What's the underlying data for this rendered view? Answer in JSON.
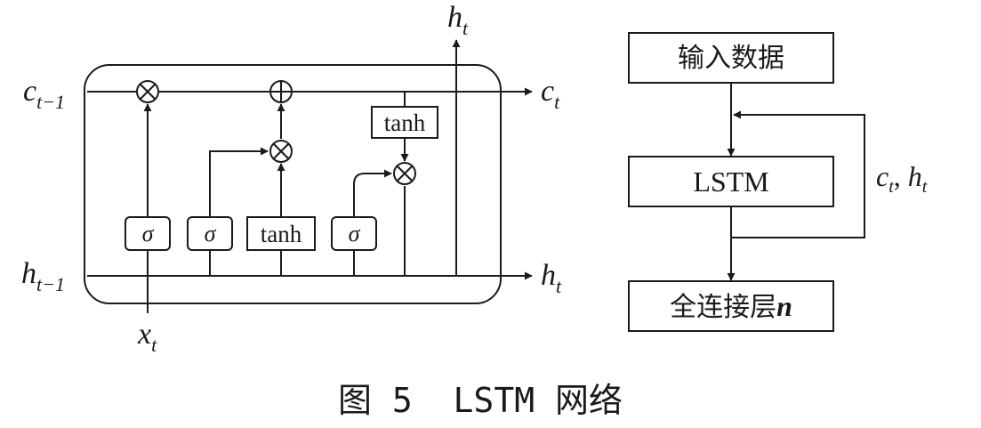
{
  "cell": {
    "inputs": {
      "c_prev": {
        "base": "c",
        "sub": "t−1"
      },
      "h_prev": {
        "base": "h",
        "sub": "t−1"
      },
      "x": {
        "base": "x",
        "sub": "t"
      }
    },
    "outputs": {
      "c": {
        "base": "c",
        "sub": "t"
      },
      "h_right": {
        "base": "h",
        "sub": "t"
      },
      "h_top": {
        "base": "h",
        "sub": "t"
      }
    },
    "gates": {
      "forget": "σ",
      "input": "σ",
      "candidate": "tanh",
      "output": "σ"
    },
    "tanh_output": "tanh",
    "operators": {
      "multiply": "⊗",
      "add": "⊕"
    }
  },
  "flowchart": {
    "input_box": "输入数据",
    "lstm_box": "LSTM",
    "output_box_text": "全连接层",
    "output_box_var": "n",
    "loop_label": {
      "c_base": "c",
      "c_sub": "t",
      "sep": ", ",
      "h_base": "h",
      "h_sub": "t"
    }
  },
  "caption": "图 5  LSTM 网络"
}
